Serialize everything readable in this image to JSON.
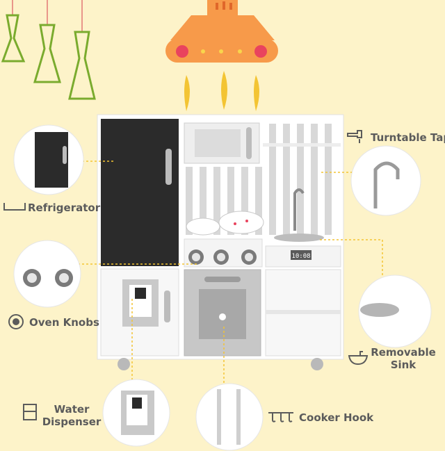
{
  "features": {
    "turntable_tap": "Turntable Tap",
    "refrigerator": "Refrigerator",
    "oven_knobs": "Oven Knobs",
    "removable_sink_line1": "Removable",
    "removable_sink_line2": "Sink",
    "water_dispenser_line1": "Water",
    "water_dispenser_line2": "Dispenser",
    "cooker_hook": "Cooker Hook"
  },
  "kitchen": {
    "clock_display": "10:08"
  },
  "colors": {
    "background": "#fdf3c9",
    "label_text": "#5b5b5b",
    "hood_orange": "#f79a4a",
    "lamp_green": "#7aab2e",
    "steam_yellow": "#f3c433",
    "fridge_black": "#2b2b2b",
    "cabinet_white": "#f7f7f7",
    "oven_grey": "#c7c7c7"
  }
}
